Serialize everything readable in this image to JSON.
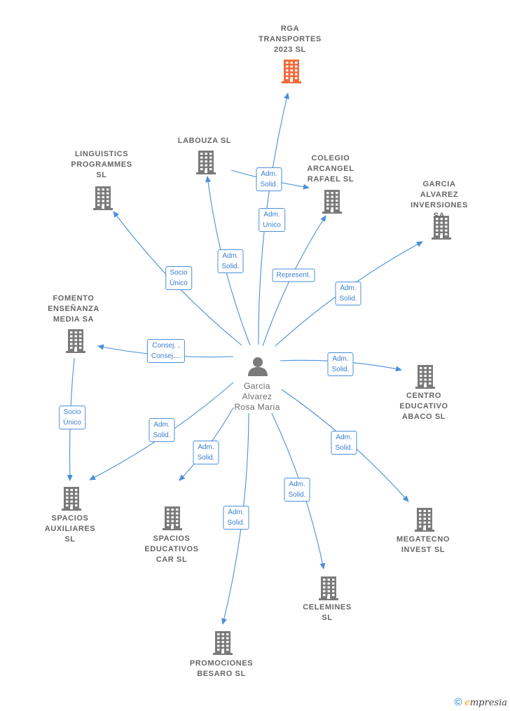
{
  "center": {
    "label": "Garcia\nAlvarez\nRosa Maria",
    "icon": "person-icon"
  },
  "companies": [
    {
      "id": "rga",
      "label": "RGA\nTRANSPORTES\n2023  SL",
      "highlight": true,
      "relation": "Adm.\nUnico"
    },
    {
      "id": "labouza",
      "label": "LABOUZA SL",
      "highlight": false,
      "relation": "Adm.\nSolid."
    },
    {
      "id": "colegio",
      "label": "COLEGIO\nARCANGEL\nRAFAEL  SL",
      "highlight": false,
      "relation": "Represent."
    },
    {
      "id": "linguistics",
      "label": "LINGUISTICS\nPROGRAMMES\nSL",
      "highlight": false,
      "relation": "Socio\nÚnico"
    },
    {
      "id": "garcia",
      "label": "GARCIA\nALVAREZ\nINVERSIONES SA",
      "highlight": false,
      "relation": "Adm.\nSolid."
    },
    {
      "id": "fomento",
      "label": "FOMENTO\nENSEÑANZA\nMEDIA SA",
      "highlight": false,
      "relation": "Consej. ,\nConsej...."
    },
    {
      "id": "centro",
      "label": "CENTRO\nEDUCATIVO\nABACO SL",
      "highlight": false,
      "relation": "Adm.\nSolid."
    },
    {
      "id": "spacios_aux",
      "label": "SPACIOS\nAUXILIARES\nSL",
      "highlight": false,
      "relation": "Adm.\nSolid."
    },
    {
      "id": "spacios_edu",
      "label": "SPACIOS\nEDUCATIVOS\nCAR  SL",
      "highlight": false,
      "relation": "Adm.\nSolid."
    },
    {
      "id": "megatecno",
      "label": "MEGATECNO\nINVEST  SL",
      "highlight": false,
      "relation": "Adm.\nSolid."
    },
    {
      "id": "celemines",
      "label": "CELEMINES\nSL",
      "highlight": false,
      "relation": "Adm.\nSolid."
    },
    {
      "id": "promociones",
      "label": "PROMOCIONES\nBESARO  SL",
      "highlight": false,
      "relation": "Adm.\nSolid."
    }
  ],
  "extra_edges": [
    {
      "from": "labouza",
      "to": "colegio",
      "relation": "Adm.\nSolid."
    },
    {
      "from": "fomento",
      "to": "spacios_aux",
      "relation": "Socio\nÚnico"
    }
  ],
  "footer": {
    "copyright": "©",
    "brand_initial": "e",
    "brand_rest": "mpresia"
  },
  "colors": {
    "edge": "#4a8fdb",
    "building": "#7a7a7a",
    "building_highlight": "#f26b3a",
    "person": "#7a7a7a"
  }
}
